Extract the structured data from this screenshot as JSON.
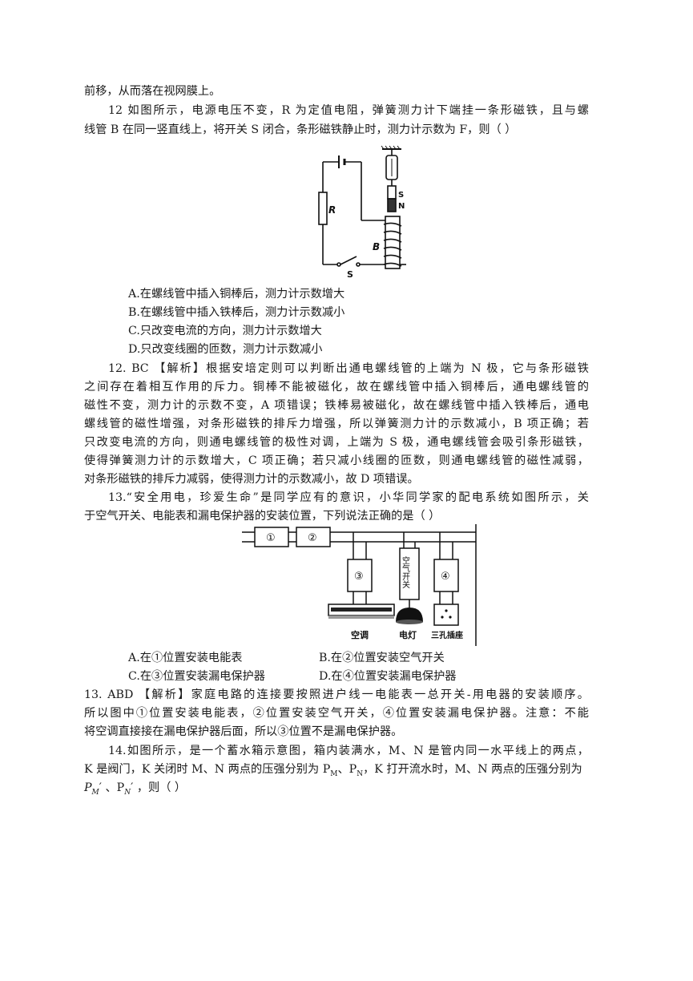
{
  "doc": {
    "l1": "前移，从而落在视网膜上。",
    "q12": {
      "line1": "12 如图所示，电源电压不变，R 为定值电阻，弹簧测力计下端挂一条形磁铁，且与螺",
      "line2": "线管 B 在同一竖直线上，将开关 S 闭合，条形磁铁静止时，测力计示数为 F，则（     ）",
      "fig_labels": {
        "R": "R",
        "B": "B",
        "S_switch": "S",
        "S_mag": "S",
        "N_mag": "N"
      },
      "options": [
        "A.在螺线管中插入铜棒后，测力计示数增大",
        "B.在螺线管中插入铁棒后，测力计示数减小",
        "C.只改变电流的方向，测力计示数增大",
        "D.只改变线圈的匝数，测力计示数减小"
      ]
    },
    "a12": [
      "12.  BC   【解析】根据安培定则可以判断出通电螺线管的上端为 N 极，它与条形磁铁",
      "之间存在着相互作用的斥力。铜棒不能被磁化，故在螺线管中插入铜棒后，通电螺线管的",
      "磁性不变，测力计的示数不变，A 项错误；铁棒易被磁化，故在螺线管中插入铁棒后，通电",
      "螺线管的磁性增强，对条形磁铁的排斥力增强，所以弹簧测力计的示数减小，B 项正确；若",
      "只改变电流的方向，则通电螺线管的极性对调，上端为 S 极，通电螺线管会吸引条形磁铁，",
      "使得弹簧测力计的示数增大，C 项正确；若只减小线圈的匝数，则通电螺线管的磁性减弱，",
      "对条形磁铁的排斥力减弱，使得测力计的示数减小，故 D 项错误。"
    ],
    "q13": {
      "line1": "13.“安全用电，珍爱生命”是同学应有的意识，小华同学家的配电系统如图所示，关",
      "line2": "于空气开关、电能表和漏电保护器的安装位置，下列说法正确的是（     ）",
      "fig_labels": {
        "c1": "①",
        "c2": "②",
        "c3": "③",
        "c4": "④",
        "switch_text": "空气开关",
        "ac": "空调",
        "lamp": "电灯",
        "socket": "三孔插座"
      },
      "options": [
        "A.在①位置安装电能表",
        "B.在②位置安装空气开关",
        "C.在③位置安装漏电保护器",
        "D.在④位置安装漏电保护器"
      ]
    },
    "a13": [
      "13.  ABD   【解析】家庭电路的连接要按照进户线一电能表一总开关-用电器的安装顺序。",
      "所以图中①位置安装电能表，②位置安装空气开关，④位置安装漏电保护器。注意：不能",
      "将空调直接接在漏电保护器后面，所以③位置不是漏电保护器。"
    ],
    "q14": {
      "line1": "14.如图所示，是一个蓄水箱示意图，箱内装满水，M、N 是管内同一水平线上的两点，",
      "line2": "K 是阀门，K 关闭时 M、N 两点的压强分别为 P",
      "sub_M": "M",
      "sep": "、P",
      "sub_N": "N",
      "tail2": "，K 打开流水时，M、N 两点的压强分别为",
      "line3_a": "P",
      "line3_sub_M": "M",
      "line3_b": "′ 、P",
      "line3_sub_N": "N",
      "line3_c": "′ ，则（     ）"
    }
  }
}
